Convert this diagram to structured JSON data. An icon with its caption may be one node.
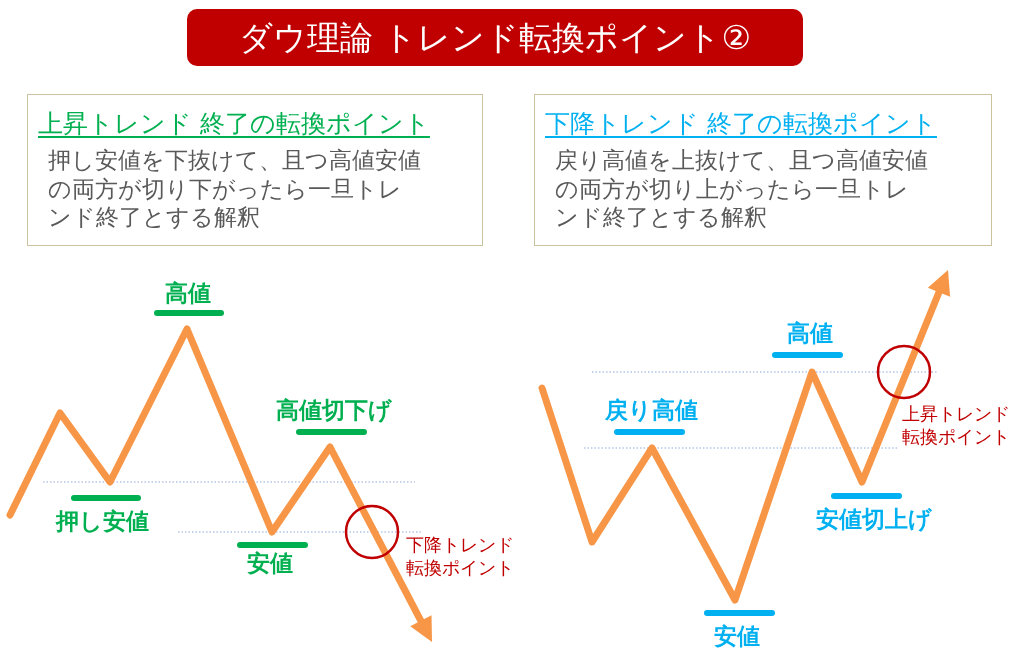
{
  "diagram": {
    "title": "ダウ理論 トレンド転換ポイント②",
    "nodes": [
      {
        "text": [
          "上昇トレンド 終了の転換ポイント",
          "押し安値を下抜けて、且つ高値安値の両方が切り下がったら一旦トレンド終了とする解釈"
        ]
      },
      {
        "text": [
          "下降トレンド 終了の転換ポイント",
          "戻り高値を上抜けて、且つ高値安値の両方が切り上がったら一旦トレンド終了とする解釈"
        ]
      }
    ],
    "labels": [
      "高値",
      "高値切下げ",
      "押し安値",
      "下降トレンド転換ポイント",
      "安値",
      "高値",
      "戻り高値",
      "上昇トレンド転換ポイント",
      "安値切上げ",
      "安値"
    ]
  }
}
